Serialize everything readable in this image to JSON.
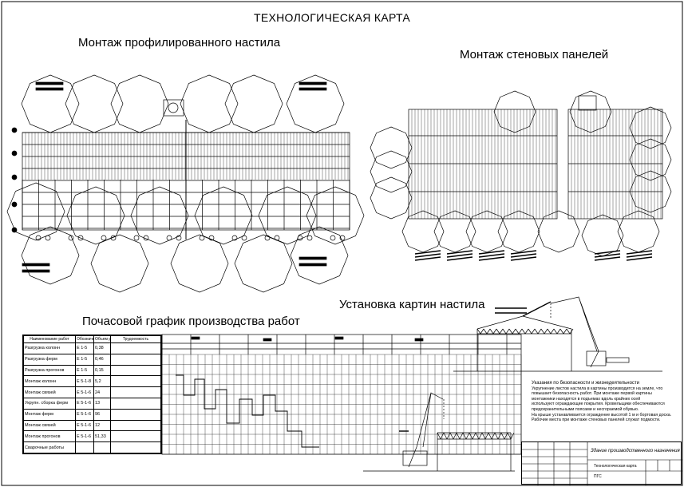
{
  "sheet_title": "ТЕХНОЛОГИЧЕСКАЯ КАРТА",
  "sections": {
    "deck": "Монтаж профилированного настила",
    "wall": "Монтаж стеновых панелей",
    "install": "Установка картин настила",
    "schedule": "Почасовой график производства работ"
  },
  "schedule_table": {
    "headers": [
      "Наименование работ",
      "Обозначение",
      "Объем работ",
      "Трудоемкость"
    ],
    "rows": [
      {
        "name": "Разгрузка колонн",
        "code": "Е 1-5",
        "vol": "0,38"
      },
      {
        "name": "Разгрузка ферм",
        "code": "Е 1-5",
        "vol": "0,46"
      },
      {
        "name": "Разгрузка прогонов",
        "code": "Е 1-5",
        "vol": "0,15"
      },
      {
        "name": "Монтаж колонн",
        "code": "Е 5-1-8",
        "vol": "5,2"
      },
      {
        "name": "Монтаж связей",
        "code": "Е 5-1-6",
        "vol": "24"
      },
      {
        "name": "Укрупн. сборка ферм",
        "code": "Е 5-1-6",
        "vol": "13"
      },
      {
        "name": "Монтаж ферм",
        "code": "Е 5-1-6",
        "vol": "96"
      },
      {
        "name": "Монтаж связей",
        "code": "Е 5-1-6",
        "vol": "12"
      },
      {
        "name": "Монтаж прогонов",
        "code": "Е 5-1-6",
        "vol": "51,33"
      },
      {
        "name": "Сварочные работы",
        "code": "",
        "vol": ""
      }
    ]
  },
  "notes": {
    "heading": "Указания по безопасности и жизнедеятельности",
    "lines": [
      "Укрупнение листов настила в картины производится на земле, что",
      "повышает безопасность работ. При монтаже первой картины",
      "монтажники находятся в подъемах вдоль крайних осей",
      "используют ограждающие покрытия. Кровельщики обеспечиваются",
      "предохранительными поясами и несгораемой обувью.",
      "На крыше устанавливается ограждение высотой 1 м и бортовая доска.",
      "Рабочие места при монтаже стеновых панелей служат подмости."
    ]
  },
  "stamp": {
    "title": "Здание производственного назначения",
    "subtitle": "Технологическая карта",
    "org": "ПГС"
  }
}
